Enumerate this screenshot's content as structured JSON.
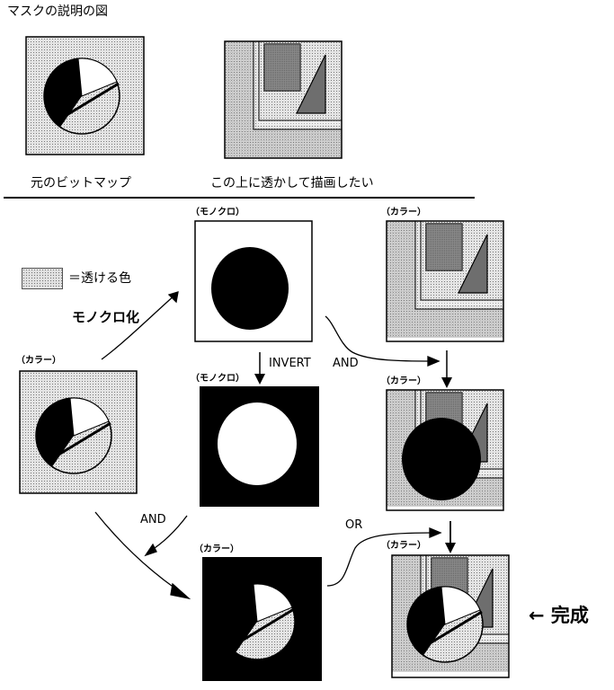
{
  "title": "マスクの説明の図",
  "captions": {
    "source_bitmap": "元のビットマップ",
    "background": "この上に透かして描画したい"
  },
  "legend": {
    "text": "＝透ける色"
  },
  "tags": {
    "mono_top": "（モノクロ）",
    "mono_mid": "（モノクロ）",
    "color_bg": "（カラー）",
    "color_left": "（カラー）",
    "color_mid_right": "（カラー）",
    "color_bottom": "（カラー）",
    "color_final": "（カラー）"
  },
  "operations": {
    "to_mono": "モノクロ化",
    "invert": "INVERT",
    "and_right": "AND",
    "and_left": "AND",
    "or": "OR"
  },
  "result": {
    "label": "← 完成"
  },
  "colors": {
    "black": "#000000",
    "white": "#ffffff",
    "light_dots": "#e2e2e2",
    "dark_dots": "#9a9a9a",
    "grey": "#6e6e6e"
  },
  "icons": [
    "arrow-icon",
    "wedge-arrowhead-icon",
    "circle-shape",
    "triangle-shape"
  ]
}
